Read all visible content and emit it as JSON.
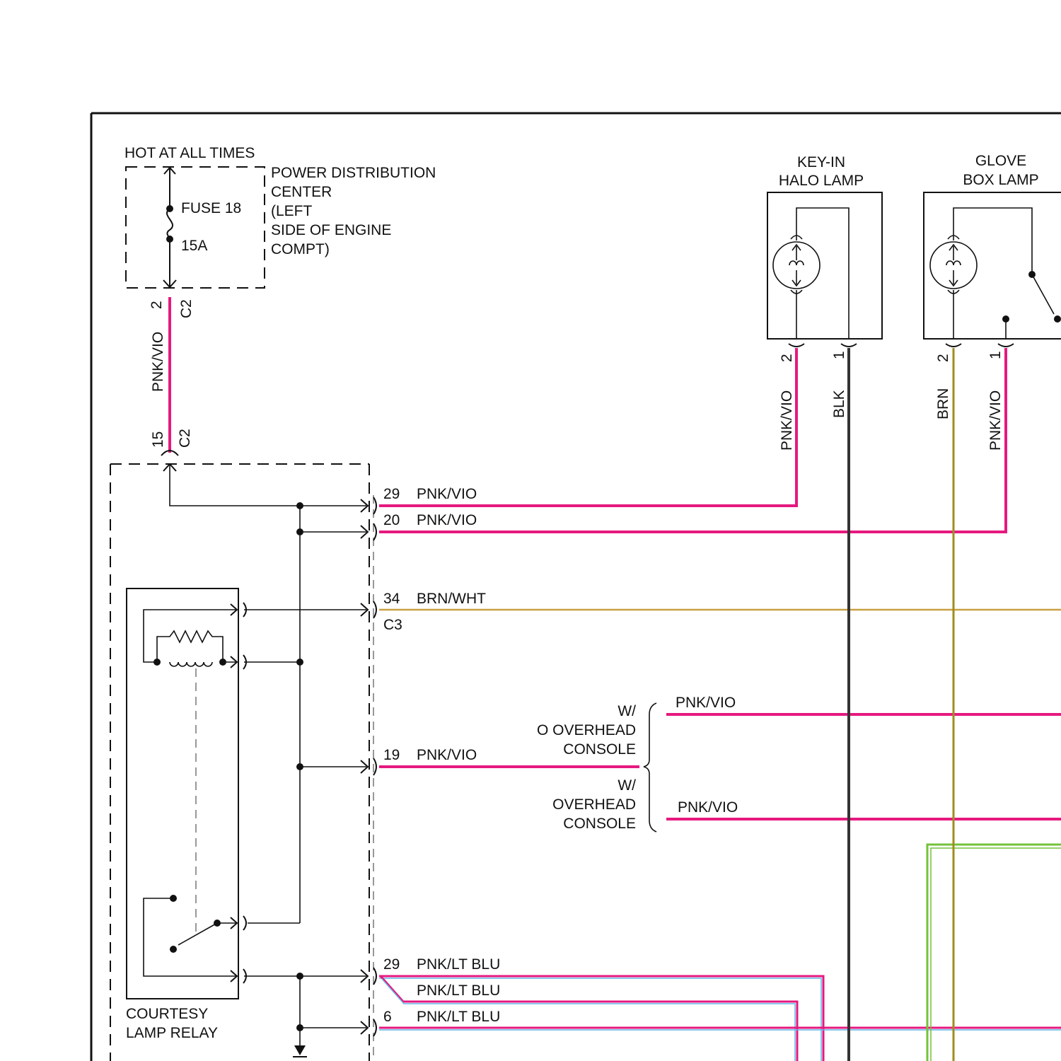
{
  "colors": {
    "pnk_vio": "#e6197f",
    "brn": "#a08c1e",
    "brn_wht": "#c8a040",
    "blk": "#333333",
    "lt_blu": "#62b6e6",
    "grn": "#74c23a"
  },
  "pdc": {
    "hot_label": "HOT AT ALL TIMES",
    "fuse_name": "FUSE 18",
    "fuse_rating": "15A",
    "name_lines": [
      "POWER DISTRIBUTION",
      "CENTER",
      "(LEFT",
      "SIDE OF ENGINE",
      "COMPT)"
    ],
    "pin_top": "2",
    "conn_top": "C2",
    "wire_top": "PNK/VIO",
    "pin_bottom": "15",
    "conn_bottom": "C2"
  },
  "keyin_lamp": {
    "title_lines": [
      "KEY-IN",
      "HALO LAMP"
    ],
    "pin_left": "2",
    "pin_right": "1",
    "wire_left": "PNK/VIO",
    "wire_right": "BLK"
  },
  "glovebox_lamp": {
    "title_lines": [
      "GLOVE",
      "BOX LAMP"
    ],
    "pin_left": "2",
    "pin_right": "1",
    "wire_left": "BRN",
    "wire_right": "PNK/VIO"
  },
  "module_wires": [
    {
      "pin": "29",
      "color": "PNK/VIO"
    },
    {
      "pin": "20",
      "color": "PNK/VIO"
    },
    {
      "pin": "34",
      "color": "BRN/WHT",
      "connector": "C3"
    },
    {
      "pin": "19",
      "color": "PNK/VIO"
    },
    {
      "pin": "29",
      "color": "PNK/LT BLU"
    },
    {
      "pin": "",
      "color": "PNK/LT BLU"
    },
    {
      "pin": "6",
      "color": "PNK/LT BLU"
    }
  ],
  "overhead": {
    "without_lines": [
      "W/",
      "O OVERHEAD",
      "CONSOLE"
    ],
    "with_lines": [
      "W/",
      "OVERHEAD",
      "CONSOLE"
    ],
    "without_wire": "PNK/VIO",
    "with_wire": "PNK/VIO"
  },
  "relay": {
    "name_lines": [
      "COURTESY",
      "LAMP RELAY"
    ]
  }
}
